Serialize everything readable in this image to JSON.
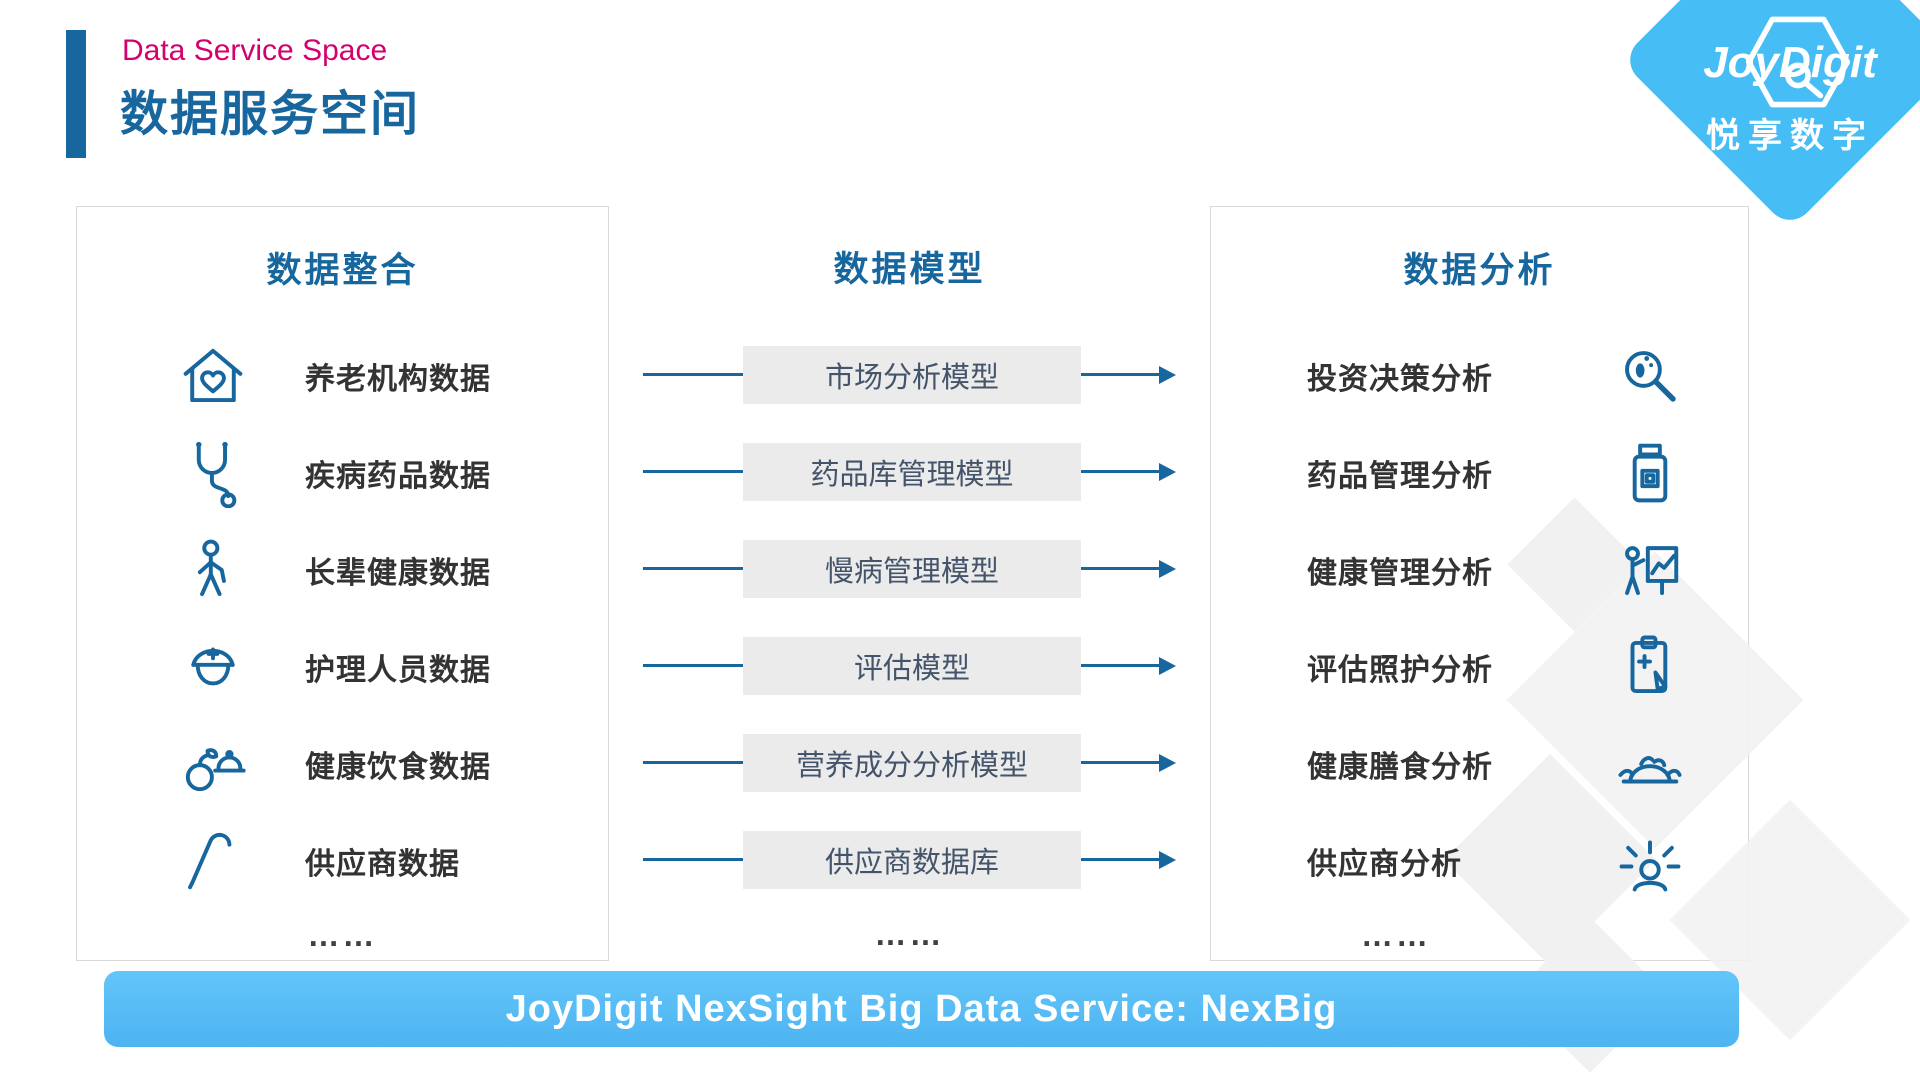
{
  "header": {
    "subtitle": "Data Service Space",
    "title": "数据服务空间"
  },
  "logo": {
    "brand": "JoyDigit",
    "brand_cn": "悦享数字"
  },
  "columns": {
    "integration": {
      "title": "数据整合",
      "items": [
        {
          "label": "养老机构数据",
          "icon": "house-heart-icon"
        },
        {
          "label": "疾病药品数据",
          "icon": "stethoscope-icon"
        },
        {
          "label": "长辈健康数据",
          "icon": "elder-person-icon"
        },
        {
          "label": "护理人员数据",
          "icon": "nurse-cap-icon"
        },
        {
          "label": "健康饮食数据",
          "icon": "healthy-food-icon"
        },
        {
          "label": "供应商数据",
          "icon": "walking-cane-icon"
        }
      ],
      "ellipsis": "……"
    },
    "models": {
      "title": "数据模型",
      "items": [
        {
          "label": "市场分析模型"
        },
        {
          "label": "药品库管理模型"
        },
        {
          "label": "慢病管理模型"
        },
        {
          "label": "评估模型"
        },
        {
          "label": "营养成分分析模型"
        },
        {
          "label": "供应商数据库"
        }
      ],
      "ellipsis": "……"
    },
    "analysis": {
      "title": "数据分析",
      "items": [
        {
          "label": "投资决策分析",
          "icon": "magnifier-footprint-icon"
        },
        {
          "label": "药品管理分析",
          "icon": "medicine-bottle-icon"
        },
        {
          "label": "健康管理分析",
          "icon": "doctor-chart-icon"
        },
        {
          "label": "评估照护分析",
          "icon": "medical-clipboard-icon"
        },
        {
          "label": "健康膳食分析",
          "icon": "meal-plate-icon"
        },
        {
          "label": "供应商分析",
          "icon": "supplier-idea-icon"
        }
      ],
      "ellipsis": "……"
    }
  },
  "banner": {
    "text": "JoyDigit NexSight Big Data Service: NexBig"
  },
  "colors": {
    "accent_blue": "#17669E",
    "subtitle_magenta": "#D4006C",
    "banner_blue": "#54BAF3",
    "logo_blue": "#47BDF6",
    "model_box_gray": "#EBEBEB"
  }
}
